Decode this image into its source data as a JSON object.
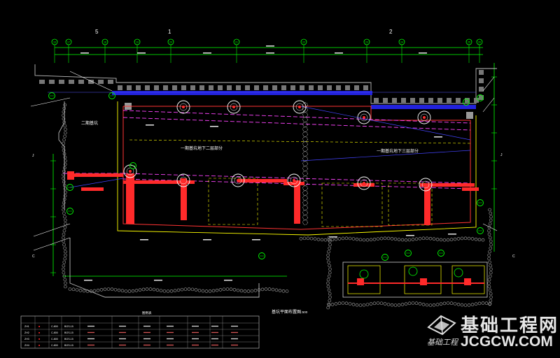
{
  "drawing": {
    "axis_labels": [
      "5",
      "1",
      "2"
    ],
    "grid_bubbles": [
      "16",
      "17",
      "18",
      "19",
      "20",
      "21",
      "22",
      "23",
      "24",
      "25",
      "26"
    ],
    "region_label_left": "二期基坑",
    "region_label_center": "一期基坑地下二层部分",
    "region_label_right": "一期基坑地下三层部分",
    "plan_title": "基坑平面布置图",
    "plan_scale": "1:500",
    "legend_title": "图例表",
    "section_markers": [
      "J",
      "C"
    ]
  },
  "table": {
    "rows": [
      [
        "ZH1",
        "■",
        "C-800",
        "BGS-15"
      ],
      [
        "ZH2",
        "■",
        "C-800",
        "BGS-15"
      ],
      [
        "ZH3",
        "■",
        "C-800",
        "BGS-15"
      ],
      [
        "ZH4",
        "■",
        "C-800",
        "BGS-15"
      ]
    ]
  },
  "watermark": {
    "cn_name": "基础工程网",
    "script_text": "基础工程",
    "url": "JCGCW.COM"
  },
  "colors": {
    "background": "#000000",
    "grid_line": "#00ff00",
    "wall": "#ff2020",
    "strut": "#ff2a2a",
    "dim_text": "#ffffff",
    "beam": "#ff44ff",
    "column": "#ffffff",
    "yellow": "#ffff00",
    "blue": "#3333ff",
    "cyan": "#00ffff"
  }
}
